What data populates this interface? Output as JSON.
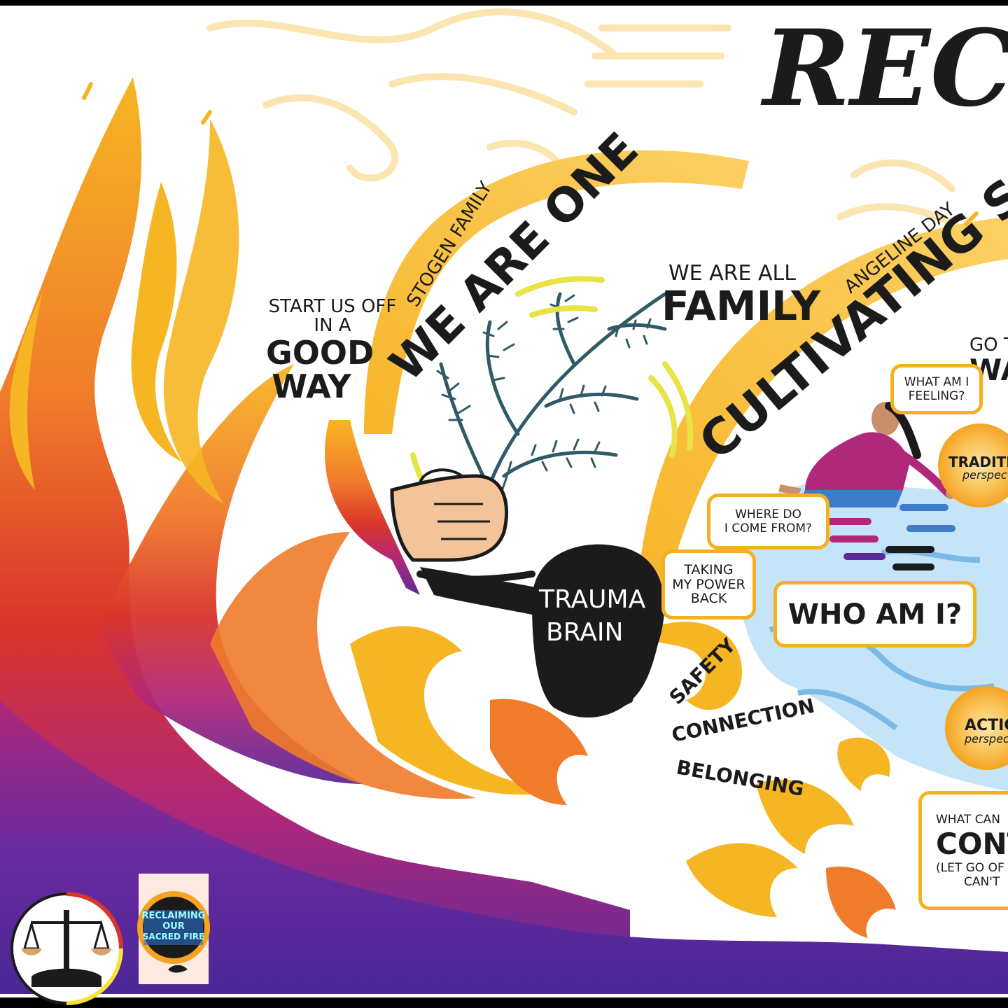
{
  "title": "RECL",
  "talks": {
    "stogen": {
      "speaker": "STOGEN FAMILY",
      "headline": "WE ARE ONE"
    },
    "angeline": {
      "speaker": "ANGELINE DAY",
      "headline": "CULTIVATING SAF"
    }
  },
  "phrases": {
    "start_line1": "START US OFF",
    "start_line2": "IN A",
    "start_line3": "GOOD",
    "start_line4": "WAY",
    "family_line1": "WE ARE ALL",
    "family_line2": "FAMILY",
    "goto_line1": "GO TO",
    "goto_line2": "WA"
  },
  "head": {
    "line1": "TRAUMA",
    "line2": "BRAIN"
  },
  "needs": [
    "SAFETY",
    "CONNECTION",
    "BELONGING"
  ],
  "bubbles": {
    "feeling_line1": "WHAT AM I",
    "feeling_line2": "FEELING?",
    "come_line1": "WHERE DO",
    "come_line2": "I COME FROM?",
    "power_line1": "TAKING",
    "power_line2": "MY POWER",
    "power_line3": "BACK",
    "who": "WHO AM I?",
    "control_line1": "WHAT CAN",
    "control_line2": "CONTR",
    "control_line3": "(LET GO OF W",
    "control_line4": "CAN'T"
  },
  "suns": {
    "traditional_title": "TRADITION",
    "traditional_sub": "perspecti",
    "action_title": "ACTIO",
    "action_sub": "perspec"
  },
  "logos": {
    "fire_line1": "RECLAIMING",
    "fire_line2": "OUR",
    "fire_line3": "SACRED FIRE"
  },
  "colors": {
    "yellow": "#f6b624",
    "orange": "#f07b2a",
    "red": "#d9342b",
    "magenta": "#b0287a",
    "purple": "#5b2a9a",
    "ink": "#1b1b1b",
    "water": "#9fd0f0",
    "cedar": "#2f5a66"
  }
}
